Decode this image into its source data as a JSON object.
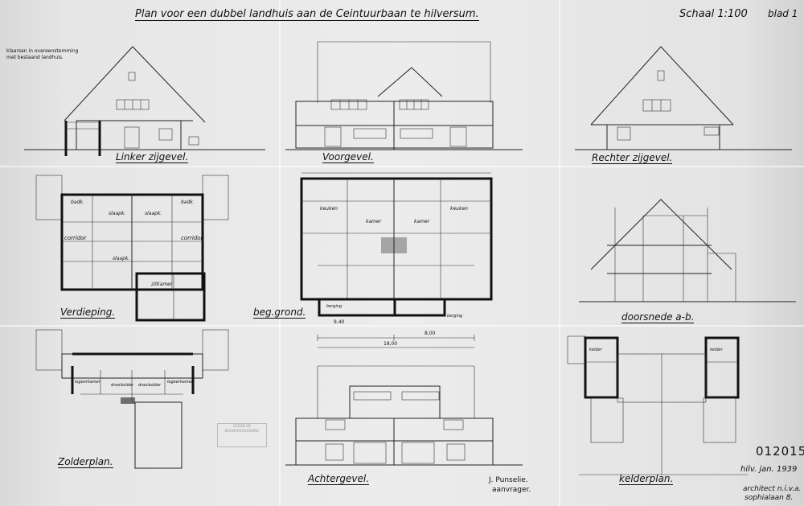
{
  "title": "Plan voor een dubbel landhuis aan de Ceintuurbaan te hilversum.",
  "scale": "Schaal 1:100",
  "sheet": "blad 1",
  "note_line1": "klaarsen in overeenstemming",
  "note_line2": "met bestaand landhuis.",
  "views": {
    "linker": "Linker zijgevel.",
    "voor": "Voorgevel.",
    "rechter": "Rechter zijgevel.",
    "verdieping": "Verdieping.",
    "beg": "beg.grond.",
    "doorsnede": "doorsnede a-b.",
    "zolder": "Zolderplan.",
    "achter": "Achtergevel.",
    "kelder": "kelderplan."
  },
  "rooms": {
    "badk1": "badk.",
    "badk2": "badk.",
    "slaapk1": "slaapk.",
    "slaapk2": "slaapk.",
    "slaapk3": "slaapk.",
    "corridor1": "corridor",
    "corridor2": "corridor",
    "keuken1": "keuken",
    "keuken2": "keuken",
    "kamer1": "kamer",
    "kamer2": "kamer",
    "zitkamer": "zitkamer",
    "berging1": "berging",
    "berging2": "berging",
    "logeerkamer1": "logeerkamer",
    "logeerkamer2": "logeerkamer",
    "droolzolder1": "droolzolder",
    "droolzolder2": "droolzolder",
    "kelder1": "kelder",
    "kelder2": "kelder"
  },
  "dims": {
    "a": "9,40",
    "b": "8,00",
    "c": "18,00"
  },
  "archive_number": "012015",
  "date": "hilv. jan. 1939",
  "architect_name": "J. Punselie.",
  "architect_role": "aanvrager.",
  "architect_firm": "architect n.i.v.a.",
  "architect_address": "sophialaan 8.",
  "stamp_text": "GEZIEN DE BOUWVERORDENING"
}
